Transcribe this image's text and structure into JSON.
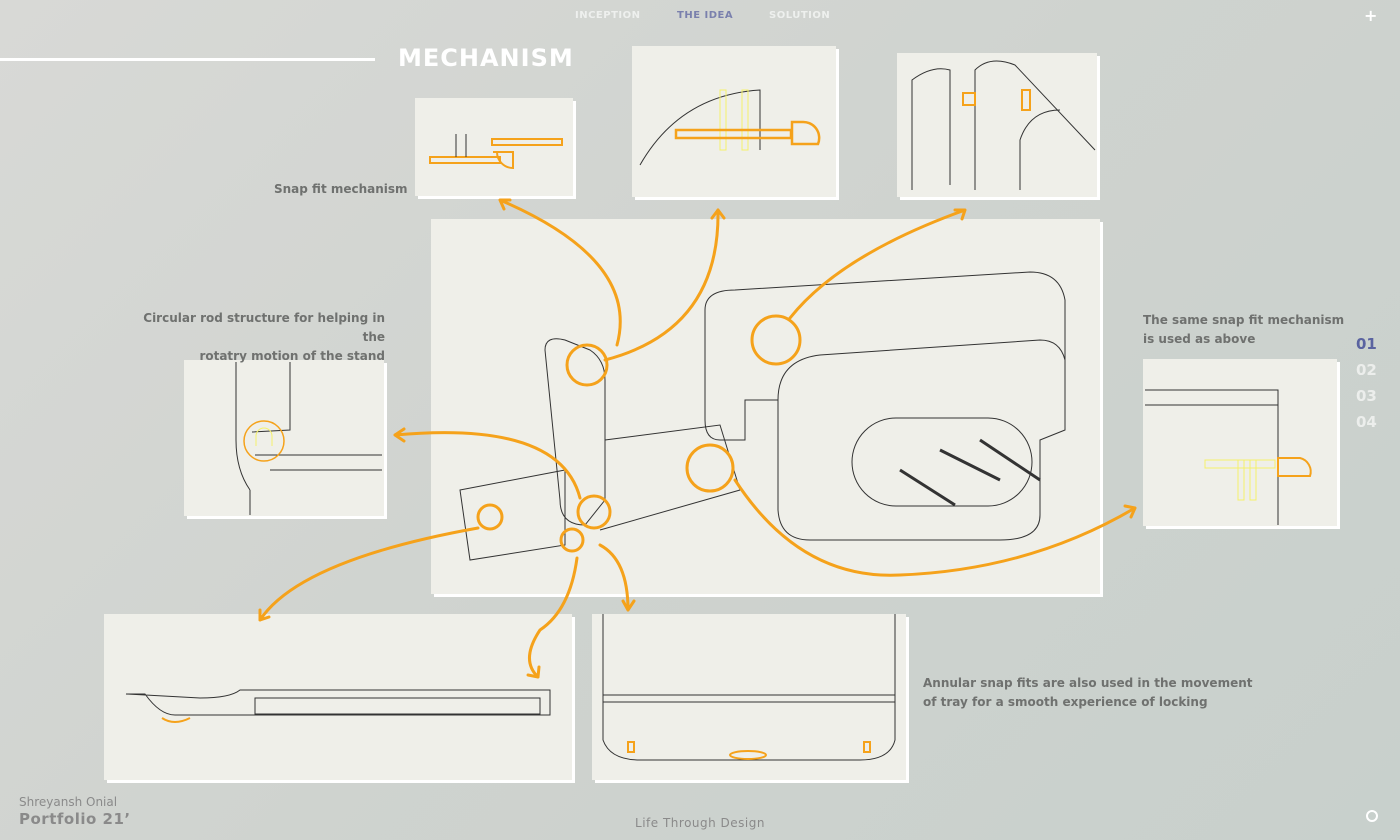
{
  "nav": {
    "items": [
      "INCEPTION",
      "THE IDEA",
      "SOLUTION"
    ],
    "active": "THE IDEA",
    "plus_icon": "plus-icon"
  },
  "page": {
    "title": "MECHANISM"
  },
  "captions": {
    "snap_fit": "Snap fit mechanism",
    "rod_line1": "Circular rod structure for helping in the",
    "rod_line2": "rotatry motion of the stand",
    "same_line1": "The same snap fit mechanism",
    "same_line2": "is used as above",
    "annular_line1": "Annular snap fits are also used in the movement",
    "annular_line2": "of tray for a smooth experience of locking"
  },
  "pager": {
    "items": [
      "01",
      "02",
      "03",
      "04"
    ],
    "active": "01"
  },
  "footer": {
    "author": "Shreyansh Onial",
    "portfolio": "Portfolio 21’",
    "tagline": "Life Through Design"
  },
  "colors": {
    "accent": "#f5a21b",
    "active": "#5a63a0",
    "yellow": "#f4f06a"
  }
}
